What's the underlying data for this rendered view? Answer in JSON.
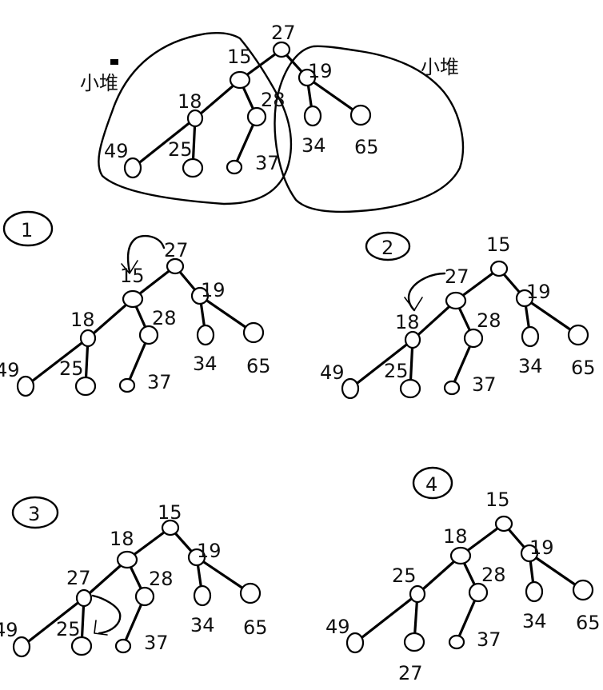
{
  "annotations": {
    "left_heap_label": "小堆",
    "right_heap_label": "小堆"
  },
  "steps": [
    {
      "number": "1"
    },
    {
      "number": "2"
    },
    {
      "number": "3"
    },
    {
      "number": "4"
    }
  ],
  "trees": [
    {
      "id": "initial",
      "nodes": [
        {
          "key": "root",
          "label": "27"
        },
        {
          "key": "l",
          "label": "15"
        },
        {
          "key": "r",
          "label": "19"
        },
        {
          "key": "ll",
          "label": "18"
        },
        {
          "key": "lr",
          "label": "28"
        },
        {
          "key": "rl",
          "label": "34"
        },
        {
          "key": "rr",
          "label": "65"
        },
        {
          "key": "lll",
          "label": "49"
        },
        {
          "key": "llr",
          "label": "25"
        },
        {
          "key": "lrl",
          "label": "37"
        }
      ]
    },
    {
      "id": "step1",
      "nodes": [
        {
          "key": "root",
          "label": "27"
        },
        {
          "key": "l",
          "label": "15"
        },
        {
          "key": "r",
          "label": "19"
        },
        {
          "key": "ll",
          "label": "18"
        },
        {
          "key": "lr",
          "label": "28"
        },
        {
          "key": "rl",
          "label": "34"
        },
        {
          "key": "rr",
          "label": "65"
        },
        {
          "key": "lll",
          "label": "49"
        },
        {
          "key": "llr",
          "label": "25"
        },
        {
          "key": "lrl",
          "label": "37"
        }
      ]
    },
    {
      "id": "step2",
      "nodes": [
        {
          "key": "root",
          "label": "15"
        },
        {
          "key": "l",
          "label": "27"
        },
        {
          "key": "r",
          "label": "19"
        },
        {
          "key": "ll",
          "label": "18"
        },
        {
          "key": "lr",
          "label": "28"
        },
        {
          "key": "rl",
          "label": "34"
        },
        {
          "key": "rr",
          "label": "65"
        },
        {
          "key": "lll",
          "label": "49"
        },
        {
          "key": "llr",
          "label": "25"
        },
        {
          "key": "lrl",
          "label": "37"
        }
      ]
    },
    {
      "id": "step3",
      "nodes": [
        {
          "key": "root",
          "label": "15"
        },
        {
          "key": "l",
          "label": "18"
        },
        {
          "key": "r",
          "label": "19"
        },
        {
          "key": "ll",
          "label": "27"
        },
        {
          "key": "lr",
          "label": "28"
        },
        {
          "key": "rl",
          "label": "34"
        },
        {
          "key": "rr",
          "label": "65"
        },
        {
          "key": "lll",
          "label": "49"
        },
        {
          "key": "llr",
          "label": "25"
        },
        {
          "key": "lrl",
          "label": "37"
        }
      ]
    },
    {
      "id": "step4",
      "nodes": [
        {
          "key": "root",
          "label": "15"
        },
        {
          "key": "l",
          "label": "18"
        },
        {
          "key": "r",
          "label": "19"
        },
        {
          "key": "ll",
          "label": "25"
        },
        {
          "key": "lr",
          "label": "28"
        },
        {
          "key": "rl",
          "label": "34"
        },
        {
          "key": "rr",
          "label": "65"
        },
        {
          "key": "lll",
          "label": "49"
        },
        {
          "key": "llr",
          "label": "27"
        },
        {
          "key": "lrl",
          "label": "37"
        }
      ]
    }
  ]
}
